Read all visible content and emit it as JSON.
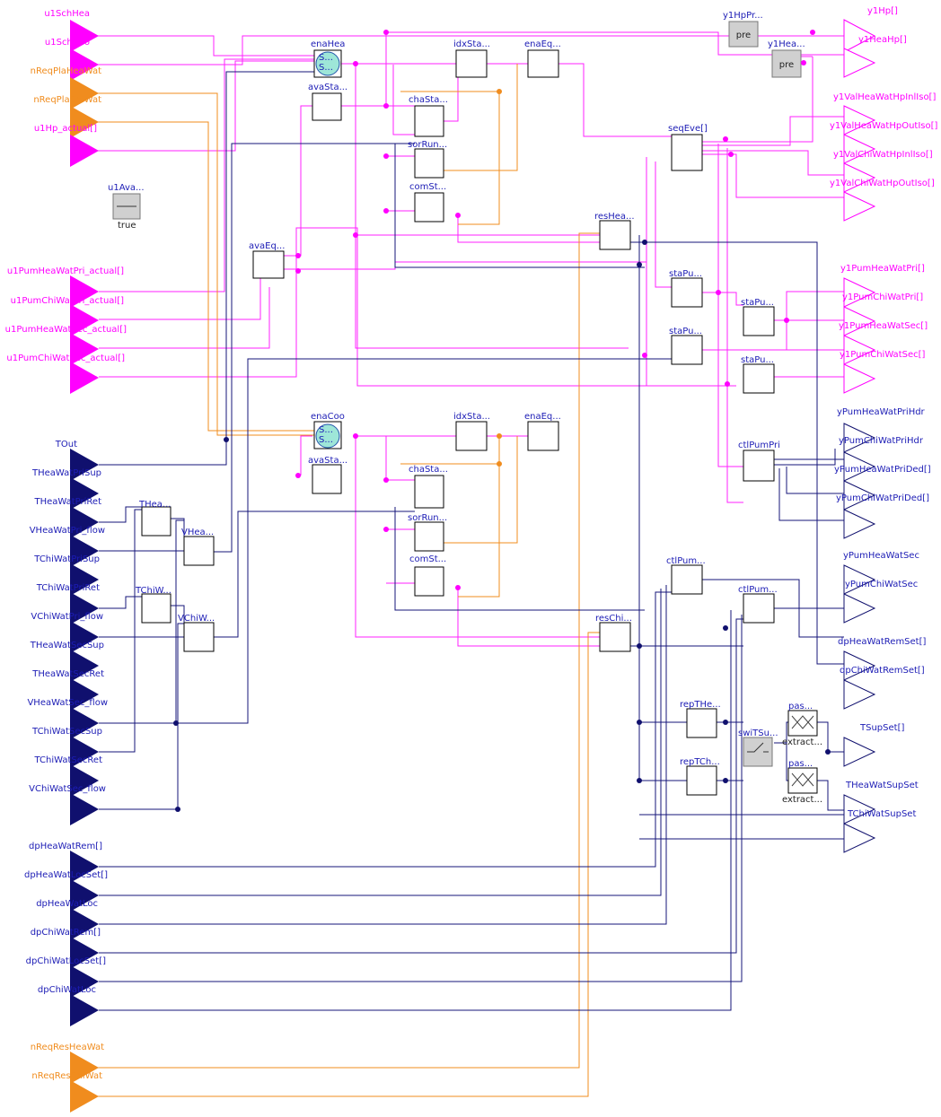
{
  "colors": {
    "boolean": "#ff00ff",
    "integer": "#f08c1e",
    "real": "#10106e",
    "label_blue": "#1c1cb5"
  },
  "inputs_boolean": [
    "u1SchHea",
    "u1SchCoo",
    "u1Hp_actual[]",
    "u1PumHeaWatPri_actual[]",
    "u1PumChiWatPri_actual[]",
    "u1PumHeaWatSec_actual[]",
    "u1PumChiWatSec_actual[]"
  ],
  "inputs_integer": [
    "nReqPlaHeaWat",
    "nReqPlaChiWat",
    "nReqResHeaWat",
    "nReqResChiWat"
  ],
  "inputs_real": [
    "TOut",
    "THeaWatPriSup",
    "THeaWatPriRet",
    "VHeaWatPri_flow",
    "TChiWatPriSup",
    "TChiWatPriRet",
    "VChiWatPri_flow",
    "THeaWatSecSup",
    "THeaWatSecRet",
    "VHeaWatSec_flow",
    "TChiWatSecSup",
    "TChiWatSecRet",
    "VChiWatSec_flow",
    "dpHeaWatRem[]",
    "dpHeaWatLocSet[]",
    "dpHeaWatLoc",
    "dpChiWatRem[]",
    "dpChiWatLocSet[]",
    "dpChiWatLoc"
  ],
  "outputs_boolean": [
    "y1Hp[]",
    "y1HeaHp[]",
    "y1ValHeaWatHpInlIso[]",
    "y1ValHeaWatHpOutIso[]",
    "y1ValChiWatHpInlIso[]",
    "y1ValChiWatHpOutIso[]",
    "y1PumHeaWatPri[]",
    "y1PumChiWatPri[]",
    "y1PumHeaWatSec[]",
    "y1PumChiWatSec[]"
  ],
  "outputs_real": [
    "yPumHeaWatPriHdr",
    "yPumChiWatPriHdr",
    "yPumHeaWatPriDed[]",
    "yPumChiWatPriDed[]",
    "yPumHeaWatSec",
    "yPumChiWatSec",
    "dpHeaWatRemSet[]",
    "dpChiWatRemSet[]",
    "TSupSet[]",
    "THeaWatSupSet",
    "TChiWatSupSet"
  ],
  "blocks": [
    "enaHea",
    "avaSta...",
    "idxSta...",
    "enaEq...",
    "chaSta...",
    "sorRun...",
    "comSt...",
    "avaEq...",
    "u1Ava...",
    "resHea...",
    "seqEve[]",
    "staPu...",
    "ctlPumPri",
    "enaCoo",
    "resChi...",
    "ctlPum...",
    "repTHe...",
    "repTCh...",
    "swiTSu...",
    "pas...",
    "extract...",
    "y1HpPr...",
    "y1Hea...",
    "pre",
    "THea...",
    "VHea...",
    "TChiW...",
    "VChiW...",
    "true",
    "S..."
  ]
}
